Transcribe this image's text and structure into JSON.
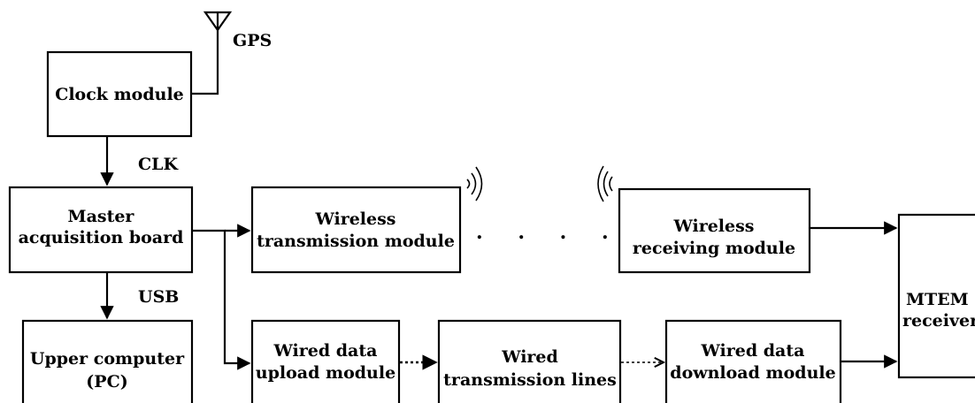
{
  "diagram": {
    "gps_label": "GPS",
    "clk_label": "CLK",
    "usb_label": "USB",
    "clock_module": [
      "Clock module"
    ],
    "master_board": [
      "Master",
      "acquisition board"
    ],
    "upper_computer": [
      "Upper computer",
      "(PC)"
    ],
    "wireless_tx": [
      "Wireless",
      "transmission module"
    ],
    "wireless_rx": [
      "Wireless",
      "receiving module"
    ],
    "wired_upload": [
      "Wired data",
      "upload module"
    ],
    "wired_lines": [
      "Wired",
      "transmission lines"
    ],
    "wired_download": [
      "Wired data",
      "download module"
    ],
    "receiver": [
      "MTEM",
      "receiver"
    ],
    "dots": ". . .   . . ."
  }
}
